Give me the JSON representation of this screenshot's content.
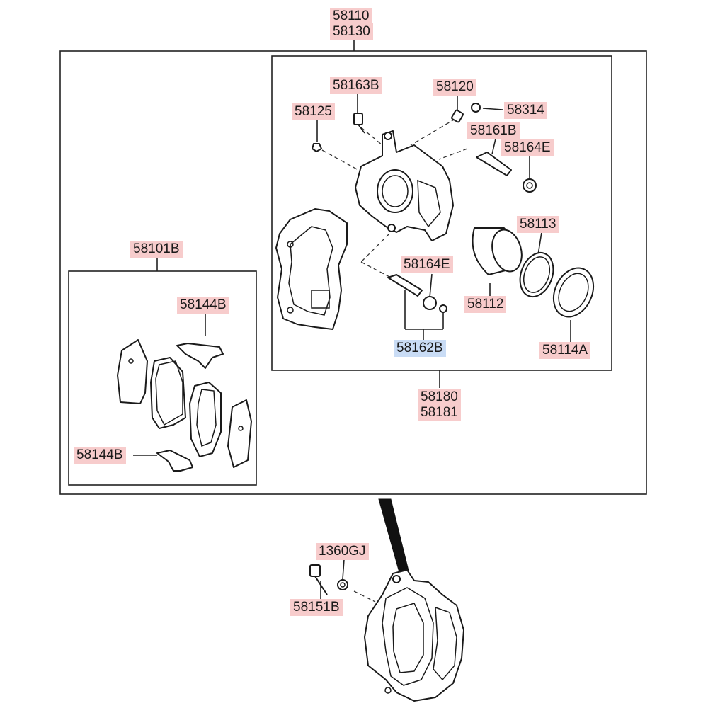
{
  "labels": {
    "p58110": "58110",
    "p58130": "58130",
    "p58163B": "58163B",
    "p58120": "58120",
    "p58125": "58125",
    "p58314": "58314",
    "p58161B": "58161B",
    "p58164E_top": "58164E",
    "p58113": "58113",
    "p58164E_mid": "58164E",
    "p58112": "58112",
    "p58162B": "58162B",
    "p58114A": "58114A",
    "p58101B": "58101B",
    "p58144B_top": "58144B",
    "p58144B_bottom": "58144B",
    "p58180": "58180",
    "p58181": "58181",
    "p1360GJ": "1360GJ",
    "p58151B": "58151B"
  },
  "colors": {
    "part_label_bg": "#f7cccc",
    "highlight_label_bg": "#c9dcf5",
    "line": "#222222"
  }
}
